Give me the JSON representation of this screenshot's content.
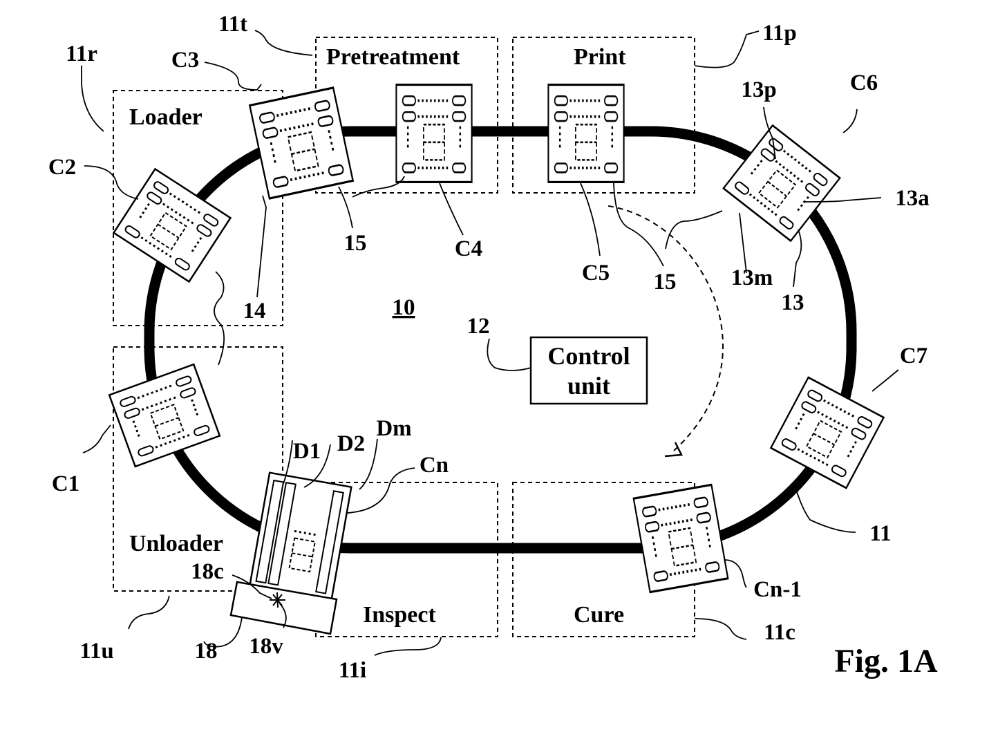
{
  "figure": {
    "title": "Fig. 1A",
    "system_ref": "10",
    "track_ref": "11",
    "control": {
      "ref": "12",
      "line1": "Control",
      "line2": "unit"
    },
    "zones": {
      "loader": {
        "label": "Loader",
        "ref": "11r"
      },
      "pretreatment": {
        "label": "Pretreatment",
        "ref": "11t"
      },
      "print": {
        "label": "Print",
        "ref": "11p"
      },
      "unloader": {
        "label": "Unloader",
        "ref": "11u"
      },
      "inspect": {
        "label": "Inspect",
        "ref": "11i"
      },
      "cure": {
        "label": "Cure",
        "ref": "11c"
      }
    },
    "carts": {
      "c1": "C1",
      "c2": "C2",
      "c3": "C3",
      "c4": "C4",
      "c5": "C5",
      "c6": "C6",
      "c7": "C7",
      "cn_1": "Cn-1",
      "cn": "Cn"
    },
    "parts": {
      "d1": "D1",
      "d2": "D2",
      "dm": "Dm",
      "r13": "13",
      "r13a": "13a",
      "r13m": "13m",
      "r13p": "13p",
      "r14": "14",
      "r15a": "15",
      "r15b": "15",
      "r18": "18",
      "r18c": "18c",
      "r18v": "18v"
    }
  }
}
